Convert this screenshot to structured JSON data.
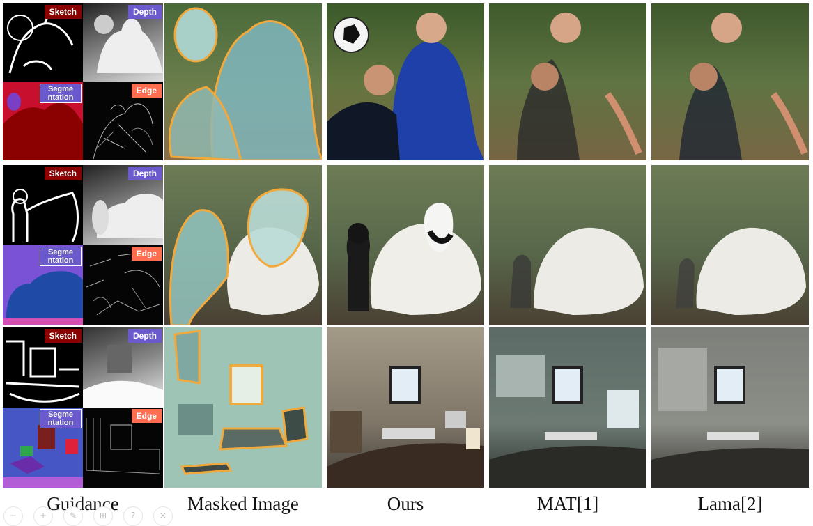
{
  "tags": {
    "sketch": "Sketch",
    "depth": "Depth",
    "segmentation": "Segme ntation",
    "edge": "Edge"
  },
  "colors": {
    "sketch_tag": "#8b0000",
    "depth_tag": "#6a5acd",
    "seg_tag": "#6a5acd",
    "edge_tag": "#ff6f4f",
    "mask_outline": "#f2a93b"
  },
  "captions": [
    "Guidance",
    "Masked Image",
    "Ours",
    "MAT[1]",
    "Lama[2]"
  ],
  "controls": [
    "minus-icon",
    "plus-icon",
    "edit-icon",
    "fit-icon",
    "help-icon",
    "close-icon"
  ]
}
